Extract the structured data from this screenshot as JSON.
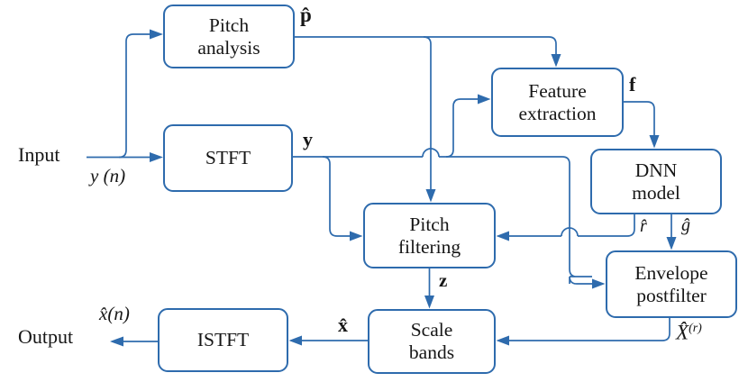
{
  "theme": {
    "accent_color": "#2e6bad",
    "text_color": "#161616",
    "background_color": "#ffffff"
  },
  "blocks": {
    "pitch_analysis": {
      "line1": "Pitch",
      "line2": "analysis"
    },
    "stft": {
      "line1": "STFT"
    },
    "feature_extraction": {
      "line1": "Feature",
      "line2": "extraction"
    },
    "dnn_model": {
      "line1": "DNN",
      "line2": "model"
    },
    "pitch_filtering": {
      "line1": "Pitch",
      "line2": "filtering"
    },
    "envelope_postfilter": {
      "line1": "Envelope",
      "line2": "postfilter"
    },
    "scale_bands": {
      "line1": "Scale",
      "line2": "bands"
    },
    "istft": {
      "line1": "ISTFT"
    }
  },
  "labels": {
    "input": "Input",
    "input_signal": "y (n)",
    "output": "Output",
    "output_signal": "x̂(n)",
    "pitch_vector": "p̂",
    "stft_vector": "y",
    "feature_vector": "f",
    "ratio_estimate": "r̂",
    "gain_estimate": "ĝ",
    "filtered_vector": "z",
    "postfilter_output_base": "X̂",
    "postfilter_output_sup": "(r)",
    "scale_input_vector": "x̂"
  }
}
